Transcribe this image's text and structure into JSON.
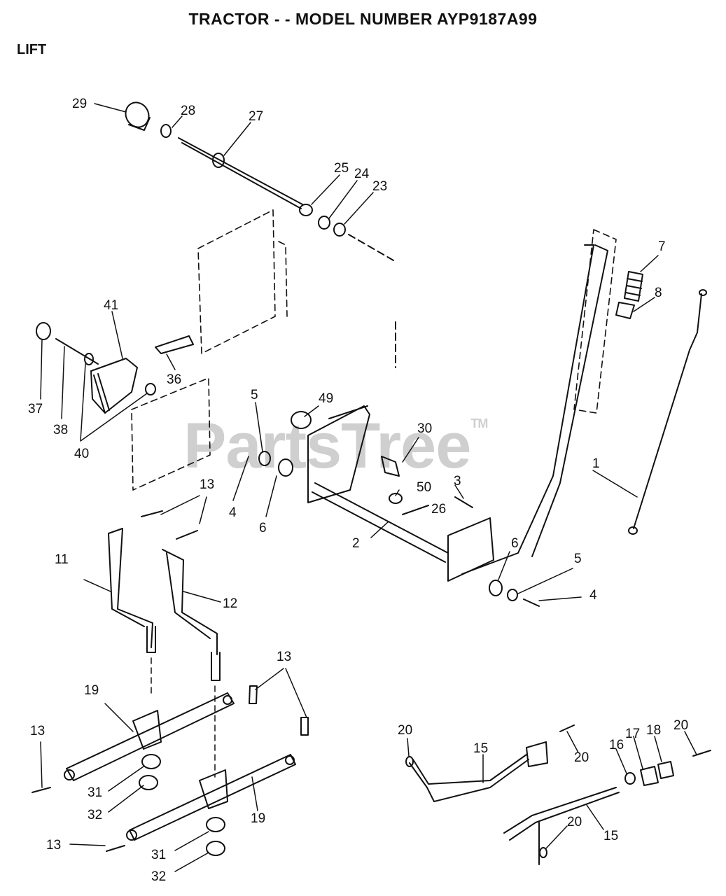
{
  "header": {
    "title": "TRACTOR - - MODEL NUMBER AYP9187A99",
    "section": "LIFT"
  },
  "watermark": {
    "text": "PartsTree",
    "mark": "TM"
  },
  "callouts": [
    "29",
    "28",
    "27",
    "25",
    "24",
    "23",
    "7",
    "8",
    "41",
    "37",
    "38",
    "40",
    "36",
    "5",
    "49",
    "30",
    "4",
    "6",
    "50",
    "3",
    "26",
    "1",
    "2",
    "13",
    "11",
    "12",
    "6",
    "5",
    "4",
    "19",
    "13",
    "13",
    "31",
    "32",
    "19",
    "13",
    "31",
    "32",
    "20",
    "15",
    "20",
    "16",
    "17",
    "18",
    "20",
    "20",
    "15"
  ]
}
